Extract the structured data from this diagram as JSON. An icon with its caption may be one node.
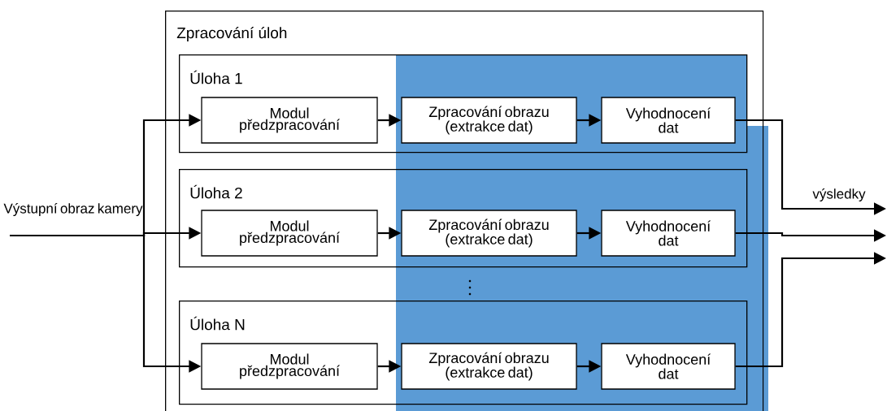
{
  "diagram": {
    "nodes": [
      {
        "text": [
          "Zpracování úloh"
        ]
      },
      {
        "text": [
          "Úloha 1"
        ],
        "in": 0
      },
      {
        "text": [
          "Modul předzpracování"
        ],
        "in": 1
      },
      {
        "text": [
          "Zpracování obrazu (extrakce dat)"
        ],
        "in": 1
      },
      {
        "text": [
          "Vyhodnocení dat"
        ],
        "in": 1
      },
      {
        "text": [
          "Úloha 2"
        ],
        "in": 0
      },
      {
        "text": [
          "Modul předzpracování"
        ],
        "in": 5
      },
      {
        "text": [
          "Zpracování obrazu (extrakce dat)"
        ],
        "in": 5
      },
      {
        "text": [
          "Vyhodnocení dat"
        ],
        "in": 5
      },
      {
        "text": [
          "Úloha N"
        ],
        "in": 0
      },
      {
        "text": [
          "Modul předzpracování"
        ],
        "in": 9
      },
      {
        "text": [
          "Zpracování obrazu (extrakce dat)"
        ],
        "in": 9
      },
      {
        "text": [
          "Vyhodnocení dat"
        ],
        "in": 9
      }
    ],
    "edges": [
      {
        "from": null,
        "to": 2,
        "arrow": "to",
        "label": "Výstupní obraz kamery"
      },
      {
        "from": null,
        "to": 6,
        "arrow": "to"
      },
      {
        "from": null,
        "to": 10,
        "arrow": "to"
      },
      {
        "from": 2,
        "to": 3,
        "arrow": "to"
      },
      {
        "from": 3,
        "to": 4,
        "arrow": "to"
      },
      {
        "from": 6,
        "to": 7,
        "arrow": "to"
      },
      {
        "from": 7,
        "to": 8,
        "arrow": "to"
      },
      {
        "from": 10,
        "to": 11,
        "arrow": "to"
      },
      {
        "from": 11,
        "to": 12,
        "arrow": "to"
      },
      {
        "from": 4,
        "to": null,
        "arrow": "to",
        "label": "výsledky"
      },
      {
        "from": 8,
        "to": null,
        "arrow": "to"
      },
      {
        "from": 12,
        "to": null,
        "arrow": "to"
      }
    ]
  }
}
